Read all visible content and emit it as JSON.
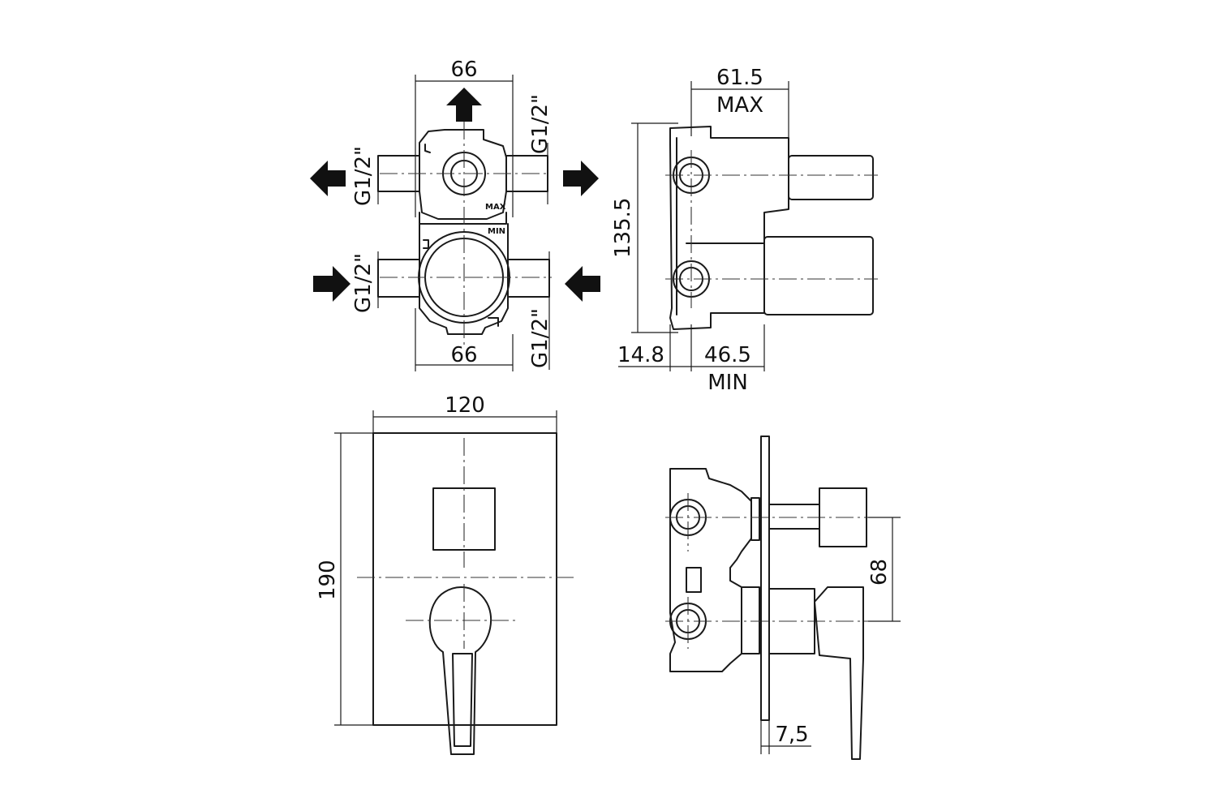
{
  "dimensions": {
    "top_width": "66",
    "bottom_width": "66",
    "thread_top_right": "G1/2\"",
    "thread_left_top": "G1/2\"",
    "thread_left_bottom": "G1/2\"",
    "thread_bottom_right": "G1/2\"",
    "depth_max": "61.5",
    "max_label": "MAX",
    "height_body": "135.5",
    "offset_min": "14.8",
    "depth_min": "46.5",
    "min_label": "MIN",
    "plate_width": "120",
    "plate_height": "190",
    "outlet_spacing": "68",
    "plate_thickness": "7,5"
  },
  "markings": {
    "max_mark": "MAX",
    "min_mark": "MIN"
  },
  "colors": {
    "line": "#1a1a1a",
    "background": "#ffffff"
  }
}
